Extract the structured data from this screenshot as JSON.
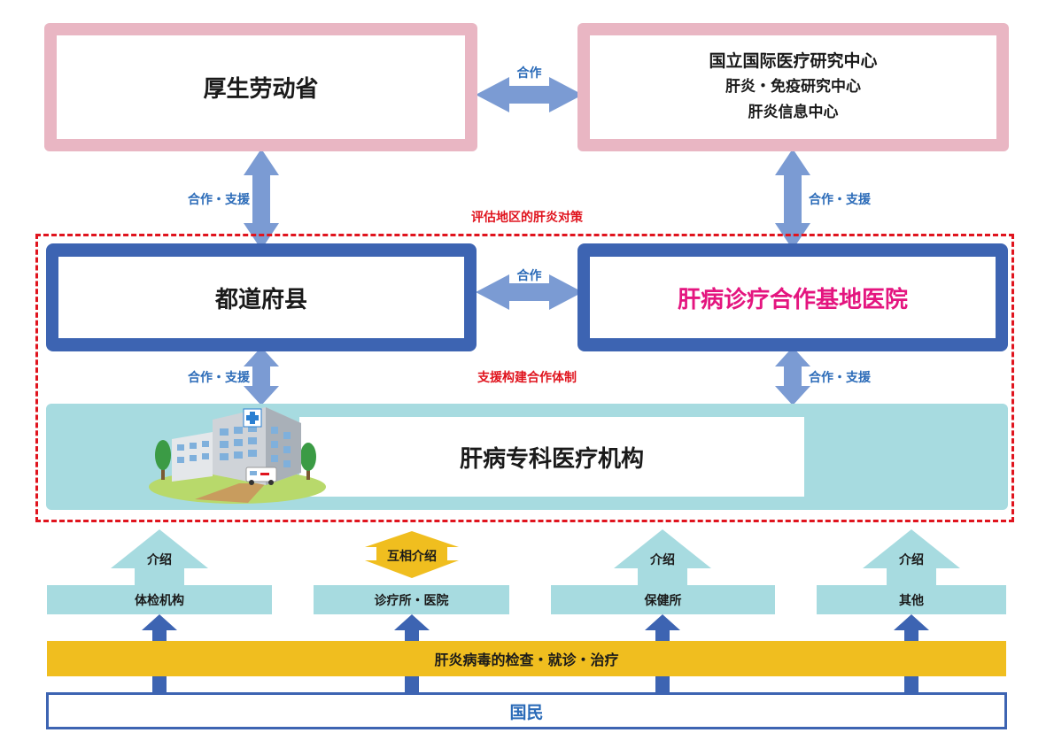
{
  "top": {
    "mhlw": "厚生劳动省",
    "ncgm_line1": "国立国际医疗研究中心",
    "ncgm_line2": "肝炎・免疫研究中心",
    "ncgm_line3": "肝炎信息中心"
  },
  "middle": {
    "prefecture": "都道府县",
    "base_hospital": "肝病诊疗合作基地医院",
    "specialist": "肝病专科医疗机构"
  },
  "labels": {
    "cooperation": "合作",
    "cooperation_support": "合作・支援",
    "evaluate_region": "评估地区的肝炎对策",
    "support_system": "支援构建合作体制",
    "referral": "介绍",
    "mutual_referral": "互相介绍"
  },
  "sources": [
    "体检机构",
    "诊疗所・医院",
    "保健所",
    "其他"
  ],
  "screening_bar": "肝炎病毒的检查・就诊・治疗",
  "citizens": "国民",
  "colors": {
    "pink_frame": "#e9b6c3",
    "blue_frame": "#3d64b2",
    "arrow_blue": "#7b9bd3",
    "teal": "#a7dbe0",
    "gold": "#f0be1f",
    "dashed_red": "#e0141e",
    "magenta_text": "#e4157f",
    "label_blue": "#2b6bb8"
  }
}
